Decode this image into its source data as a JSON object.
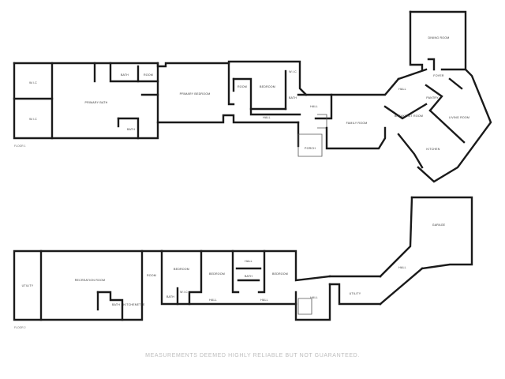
{
  "floors": [
    {
      "label": "FLOOR 1"
    },
    {
      "label": "FLOOR 2"
    }
  ],
  "rooms": {
    "living_room": "LIVING ROOM",
    "foyer": "FOYER",
    "hall": "HALL",
    "pantry": "PANTRY",
    "breakfast_room": "BREAKFAST ROOM",
    "family_room": "FAMILY ROOM",
    "kitchen": "KITCHEN",
    "dining_room": "DINING ROOM",
    "porch": "PORCH",
    "wic": "W.I.C",
    "primary_bath": "PRIMARY BATH",
    "bath": "BATH",
    "room": "ROOM",
    "primary_bedroom": "PRIMARY BEDROOM",
    "bedroom": "BEDROOM",
    "wic_short": "W.I.C",
    "hall_short": "HALL",
    "garage": "GARAGE",
    "utility": "UTILITY",
    "recreation_room": "RECREATION ROOM",
    "kitchenette": "KITCHENETTE"
  },
  "disclaimer": "MEASUREMENTS DEEMED HIGHLY RELIABLE BUT NOT GUARANTEED."
}
